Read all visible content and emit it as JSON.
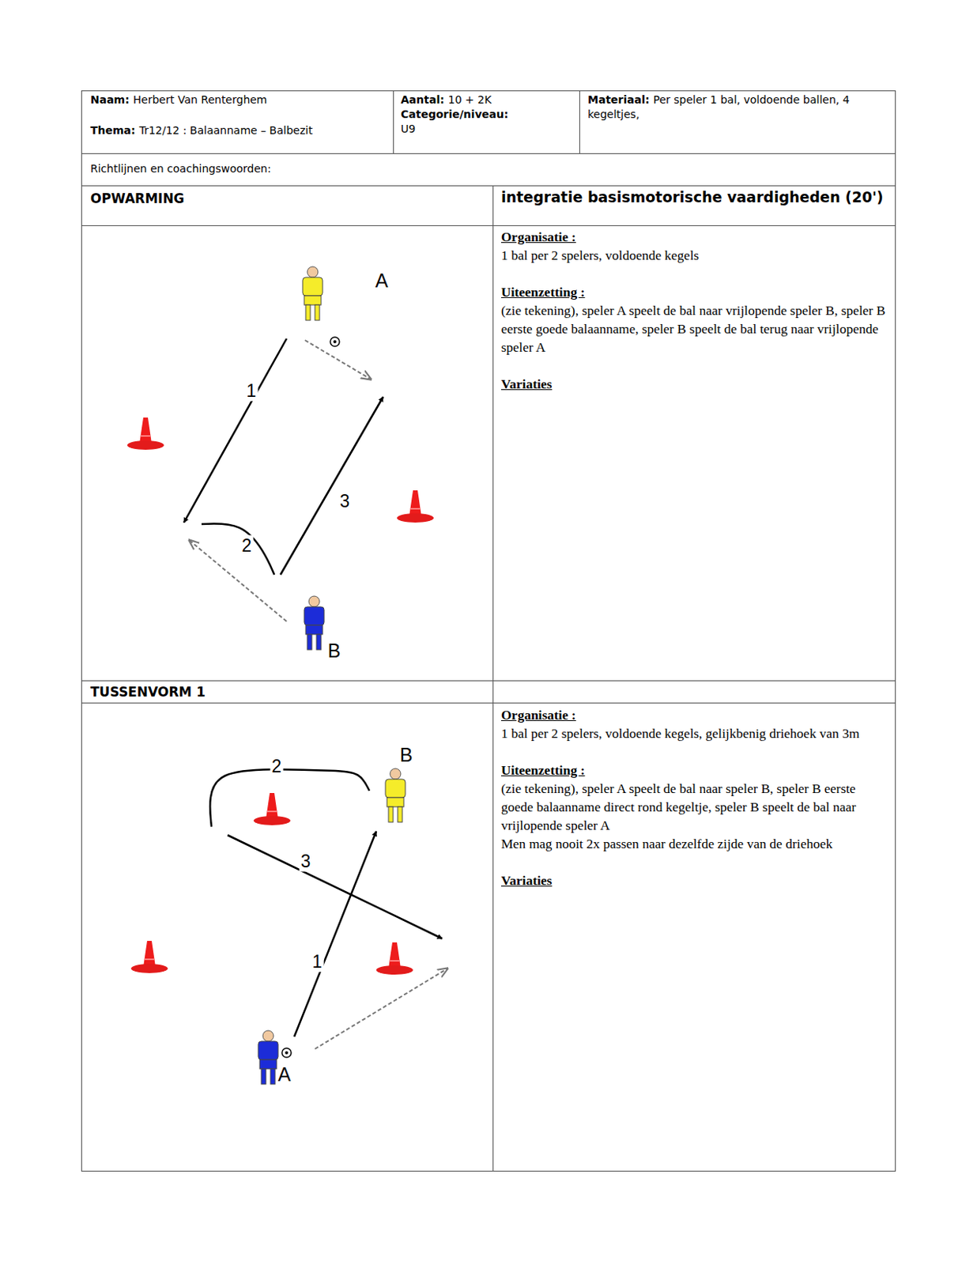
{
  "diagram": {
    "labels": [
      "Naam:",
      "Herbert Van Renterghem",
      "Thema:",
      "Tr12/12 : Balaanname – Balbezit",
      "Aantal:",
      "10 + 2K",
      "Categorie/niveau:",
      "U9",
      "Materiaal:",
      "Per speler 1 bal, voldoende ballen, 4 kegeltjes,",
      "Richtlijnen en coachingswoorden:",
      "OPWARMING",
      "integratie basismotorische vaardigheden (20')",
      "Organisatie :",
      "1 bal per 2 spelers, voldoende kegels",
      "Uiteenzetting :",
      "(zie tekening), speler A speelt de bal naar vrijlopende speler B, speler B eerste goede balaanname, speler B speelt de bal terug naar vrijlopende speler A",
      "Variaties",
      "A",
      "1",
      "2",
      "3",
      "B",
      "TUSSENVORM 1",
      "Organisatie :",
      "1 bal per 2 spelers, voldoende kegels, gelijkbenig driehoek van 3m",
      "Uiteenzetting :",
      "(zie tekening), speler A speelt de bal naar speler B, speler B eerste goede balaanname direct rond kegeltje, speler B speelt de bal naar vrijlopende speler A",
      "Men mag nooit 2x passen naar dezelfde zijde van de driehoek",
      "Variaties",
      "B",
      "2",
      "3",
      "1",
      "A"
    ]
  }
}
